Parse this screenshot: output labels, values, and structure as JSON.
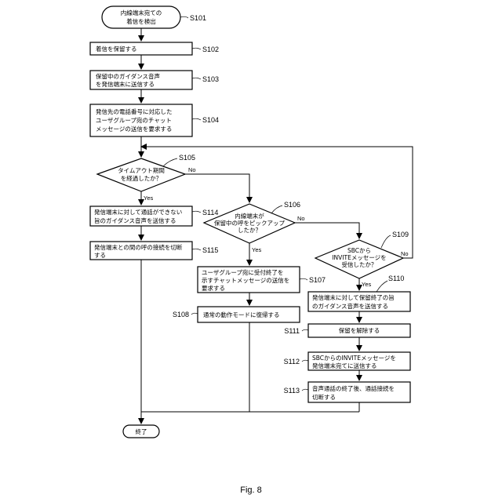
{
  "steps": {
    "s101": {
      "id": "S101",
      "lines": [
        "内線端末宛ての",
        "着信を検出"
      ]
    },
    "s102": {
      "id": "S102",
      "lines": [
        "着信を保留する"
      ]
    },
    "s103": {
      "id": "S103",
      "lines": [
        "保留中のガイダンス音声",
        "を発信端末に送信する"
      ]
    },
    "s104": {
      "id": "S104",
      "lines": [
        "発信先の電話番号に対応した",
        "ユーザグループ宛のチャット",
        "メッセージの送信を要求する"
      ]
    },
    "s105": {
      "id": "S105",
      "lines": [
        "タイムアウト期間",
        "を経過したか？"
      ]
    },
    "s106": {
      "id": "S106",
      "lines": [
        "内線端末が",
        "保留中の呼をピックアップ",
        "したか？"
      ]
    },
    "s107": {
      "id": "S107",
      "lines": [
        "ユーザグループ宛に受付終了を",
        "示すチャットメッセージの送信を",
        "要求する"
      ]
    },
    "s108": {
      "id": "S108",
      "lines": [
        "通常の動作モードに復帰する"
      ]
    },
    "s109": {
      "id": "S109",
      "lines": [
        "SBCから",
        "INVITEメッセージを",
        "受信したか？"
      ]
    },
    "s110": {
      "id": "S110",
      "lines": [
        "発信端末に対して保留終了の旨",
        "のガイダンス音声を送信する"
      ]
    },
    "s111": {
      "id": "S111",
      "lines": [
        "保留を解除する"
      ]
    },
    "s112": {
      "id": "S112",
      "lines": [
        "SBCからのINVITEメッセージを",
        "発信端末宛てに送信する"
      ]
    },
    "s113": {
      "id": "S113",
      "lines": [
        "音声通話の終了後、通話接続を",
        "切断する"
      ]
    },
    "s114": {
      "id": "S114",
      "lines": [
        "発信端末に対して通話ができない",
        "旨のガイダンス音声を送信する"
      ]
    },
    "s115": {
      "id": "S115",
      "lines": [
        "発信端末との間の呼の接続を切断",
        "する"
      ]
    },
    "end": {
      "lines": [
        "終了"
      ]
    }
  },
  "branch_labels": {
    "yes": "Yes",
    "no": "No"
  },
  "caption": "Fig. 8"
}
